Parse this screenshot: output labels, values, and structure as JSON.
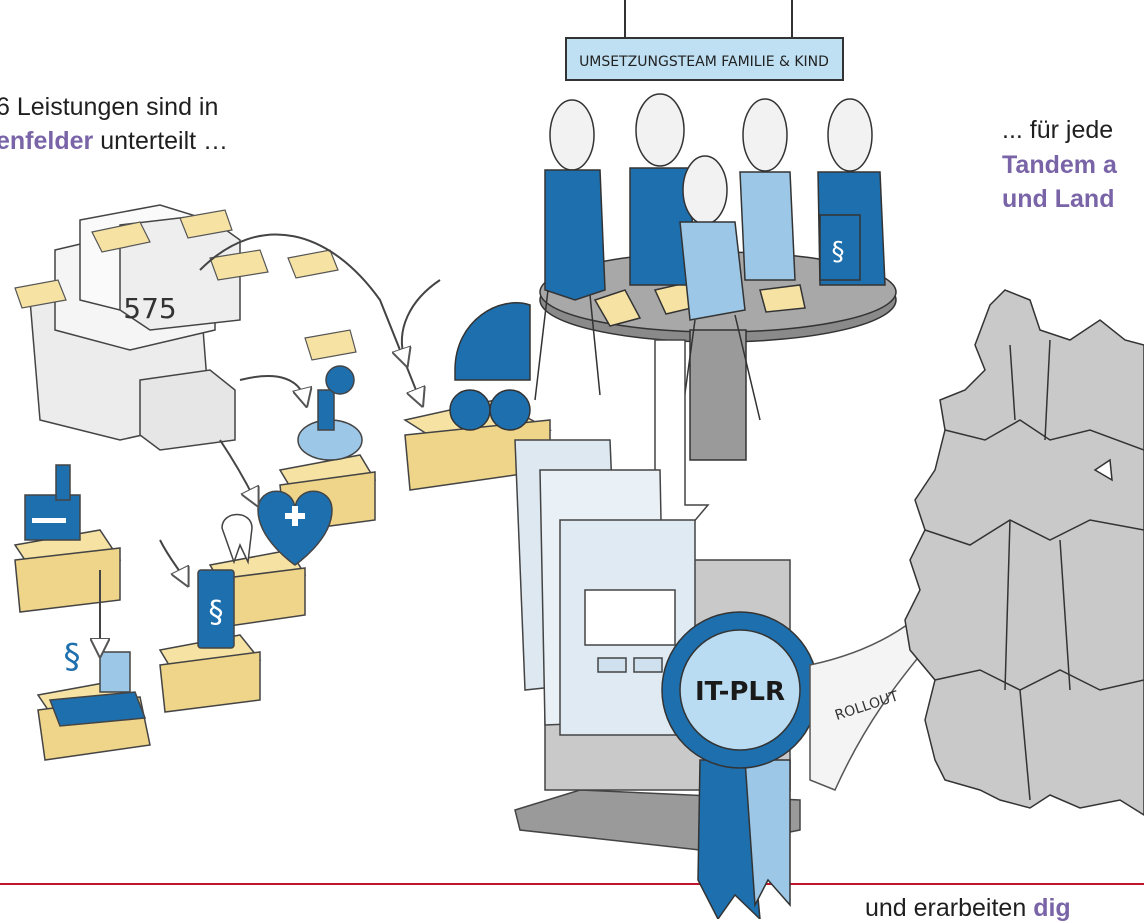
{
  "text_left": {
    "line1": "6 Leistungen sind in",
    "line2_highlight": "enfelder",
    "line2_rest": " unterteilt …"
  },
  "text_right": {
    "line1": "... für jede",
    "line2": "Tandem a",
    "line3": "und Land"
  },
  "text_bottom": {
    "plain": "und erarbeiten ",
    "highlight": "dig"
  },
  "sign_label": "UMSETZUNGSTEAM FAMILIE & KIND",
  "stack_number": "575",
  "rosette_label": "IT-PLR",
  "rollout_label": "ROLLOUT",
  "colors": {
    "blue": "#1e6fad",
    "light_blue": "#9cc7e6",
    "paper_yellow": "#f6e3a4",
    "accent_purple": "#7a64a8",
    "divider_red": "#c0142a",
    "map_grey": "#c9c9c9"
  }
}
